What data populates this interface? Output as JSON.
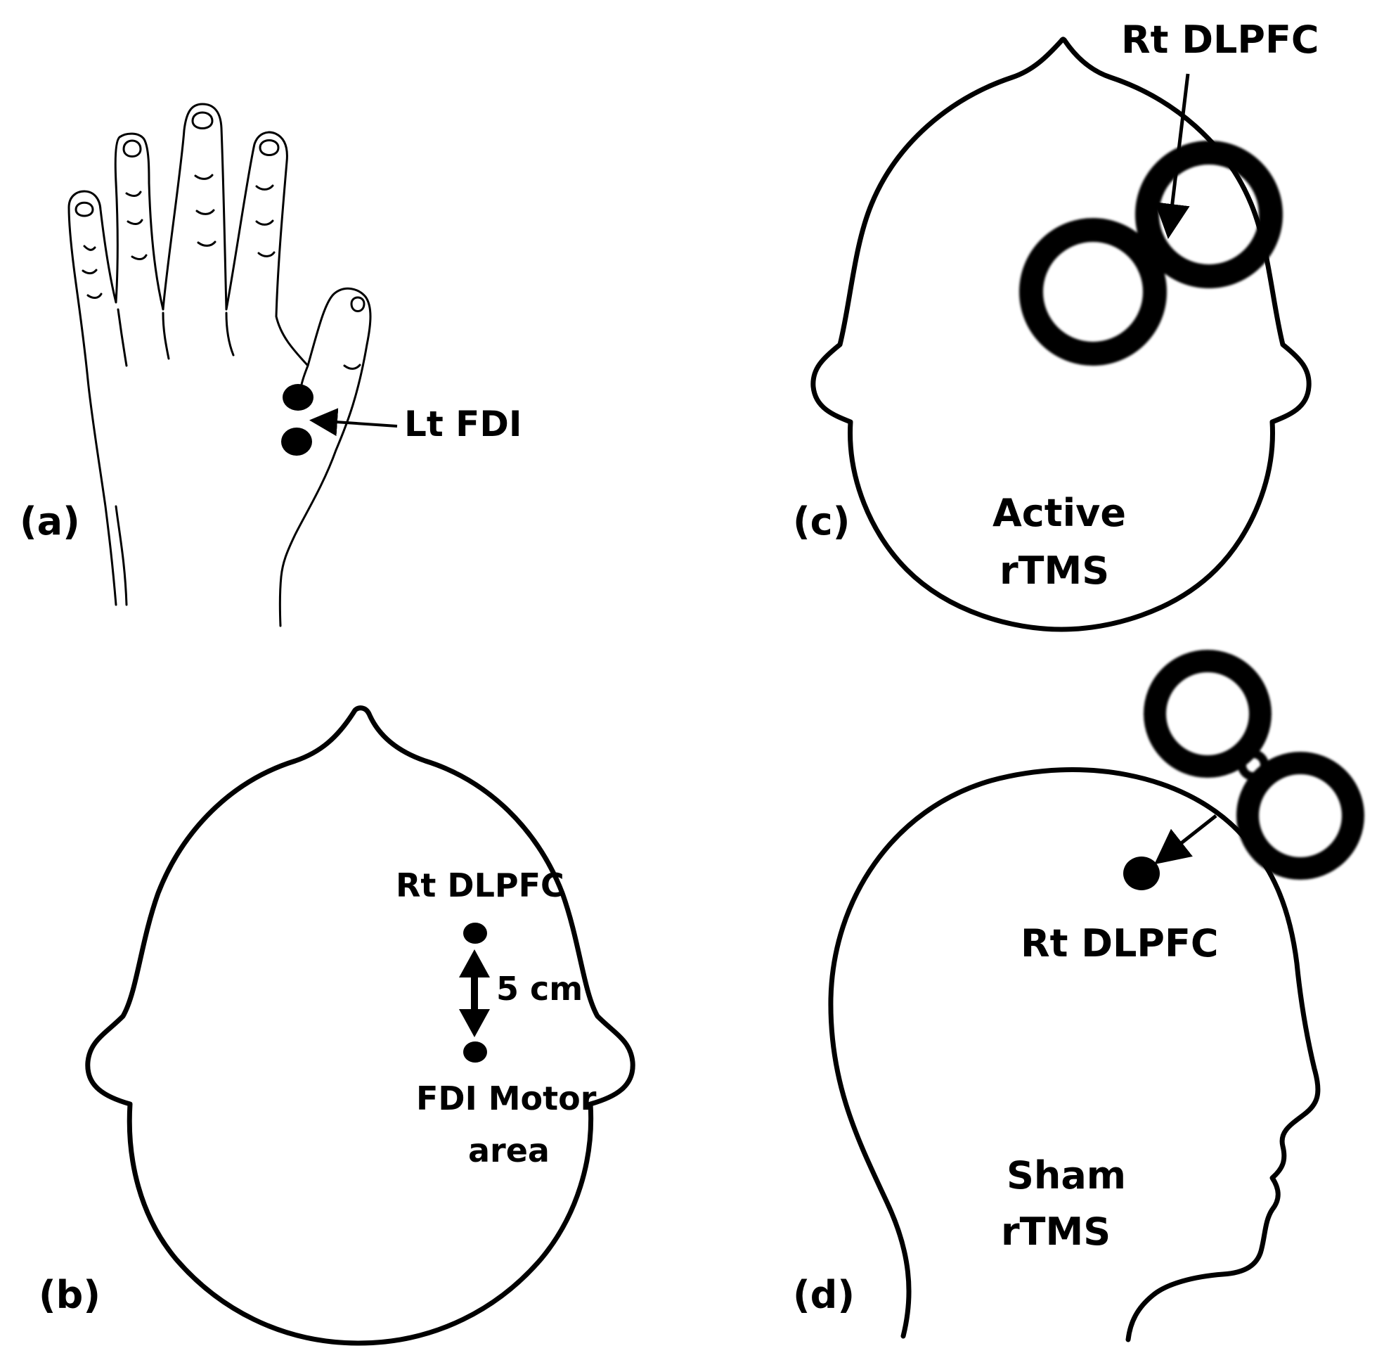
{
  "panels": {
    "a": {
      "label": "(a)",
      "target": "Lt FDI"
    },
    "b": {
      "label": "(b)",
      "upper_site": "Rt DLPFC",
      "distance": "5 cm",
      "lower_site_line1": "FDI Motor",
      "lower_site_line2": "area"
    },
    "c": {
      "label": "(c)",
      "target": "Rt DLPFC",
      "condition_line1": "Active",
      "condition_line2": "rTMS"
    },
    "d": {
      "label": "(d)",
      "target": "Rt DLPFC",
      "condition_line1": "Sham",
      "condition_line2": "rTMS"
    }
  },
  "icons": {
    "hand": "hand-illustration",
    "head_top": "head-top-view",
    "head_side": "head-side-profile",
    "coil": "figure-eight-coil"
  },
  "colors": {
    "ink": "#000000",
    "background": "#ffffff"
  }
}
